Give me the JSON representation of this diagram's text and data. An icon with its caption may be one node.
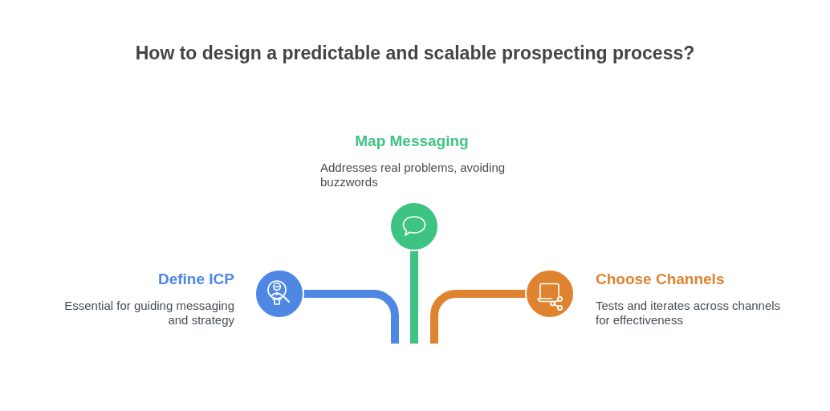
{
  "diagram": {
    "title": "How to design a predictable and scalable prospecting process?",
    "nodes": [
      {
        "text": [],
        "shape": "circle",
        "beside": [
          "Define ICP",
          "Essential for guiding messaging and strategy"
        ]
      },
      {
        "text": [],
        "shape": "circle",
        "beside": [
          "Map Messaging",
          "Addresses real problems, avoiding buzzwords"
        ]
      },
      {
        "text": [],
        "shape": "circle",
        "beside": [
          "Choose Channels",
          "Tests and iterates across channels for effectiveness"
        ]
      }
    ],
    "edges": [
      {
        "from": 0,
        "to": null,
        "arrow": "none",
        "color": "#4f87e5"
      },
      {
        "from": 1,
        "to": null,
        "arrow": "none",
        "color": "#3ec482"
      },
      {
        "from": 2,
        "to": null,
        "arrow": "none",
        "color": "#df8331"
      }
    ]
  }
}
